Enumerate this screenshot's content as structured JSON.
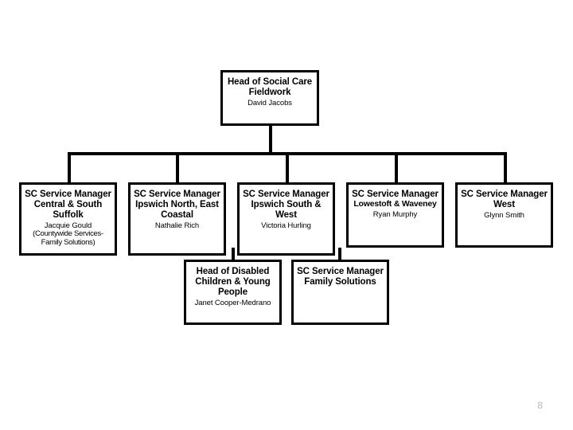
{
  "slide": {
    "page_number": "8",
    "line_color": "#000000",
    "box_border_color": "#000000",
    "background_color": "#ffffff",
    "page_number_color": "#b9b9b9"
  },
  "org_chart": {
    "root": {
      "title_line_1": "Head of Social Care",
      "title_line_2": "Fieldwork",
      "person": "David Jacobs"
    },
    "managers": [
      {
        "title_line_1": "SC Service Manager",
        "title_line_2": "Central & South",
        "title_line_3": "Suffolk",
        "person": "Jacquie Gould",
        "note_line_1": "(Countywide Services-",
        "note_line_2": "Family Solutions)"
      },
      {
        "title_line_1": "SC Service Manager",
        "title_line_2": "Ipswich North, East",
        "title_line_3": "Coastal",
        "person": "Nathalie Rich"
      },
      {
        "title_line_1": "SC Service Manager",
        "title_line_2": "Ipswich South &",
        "title_line_3": "West",
        "person": "Victoria Hurling"
      },
      {
        "title_line_1": "SC Service Manager",
        "title_line_2": "Lowestoft & Waveney",
        "person": "Ryan Murphy"
      },
      {
        "title_line_1": "SC Service Manager",
        "title_line_2": "West",
        "person": "Glynn Smith"
      }
    ],
    "sub_units": [
      {
        "title_line_1": "Head of Disabled",
        "title_line_2": "Children & Young",
        "title_line_3": "People",
        "person": "Janet Cooper-Medrano"
      },
      {
        "title_line_1": "SC Service Manager",
        "title_line_2": "Family Solutions"
      }
    ]
  }
}
